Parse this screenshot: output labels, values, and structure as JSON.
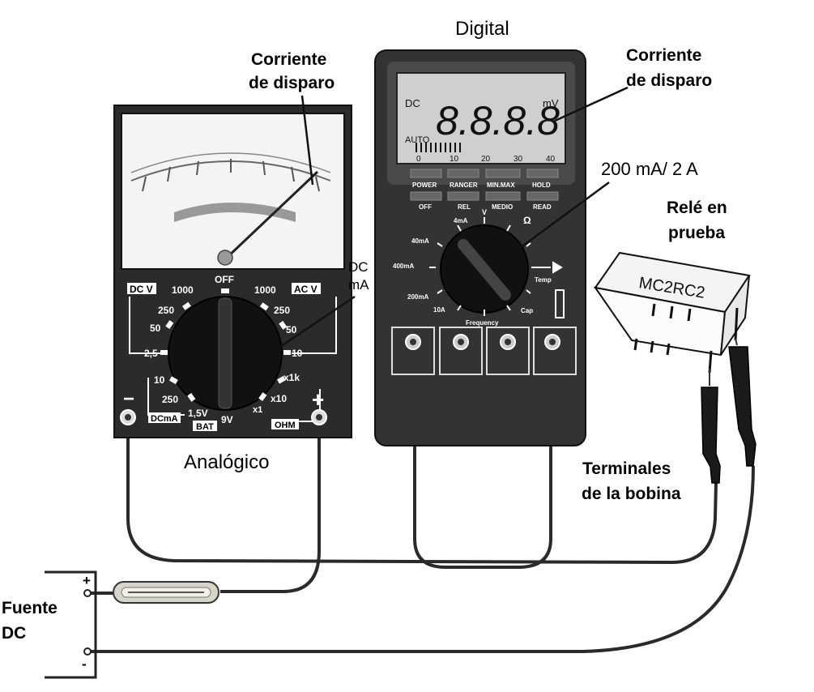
{
  "labels": {
    "digital_title": "Digital",
    "analog_title": "Analógico",
    "trip_current_left_1": "Corriente",
    "trip_current_left_2": "de disparo",
    "trip_current_right_1": "Corriente",
    "trip_current_right_2": "de disparo",
    "range_digital": "200 mA/ 2 A",
    "relay_1": "Relé en",
    "relay_2": "prueba",
    "dc_ma_1": "DC",
    "dc_ma_2": "mA",
    "coil_1": "Terminales",
    "coil_2": "de la bobina",
    "source_1": "Fuente",
    "source_2": "DC",
    "plus": "+",
    "minus": "-"
  },
  "relay": {
    "model": "MC2RC2"
  },
  "digital_meter": {
    "display_value": "8.8.8.8",
    "unit": "mV",
    "mode_dc": "DC",
    "mode_auto": "AUTO",
    "bar_scale": [
      "0",
      "10",
      "20",
      "30",
      "40"
    ],
    "buttons_top": [
      "POWER",
      "RANGER",
      "MIN.MAX",
      "HOLD"
    ],
    "buttons_bottom": [
      "OFF",
      "REL",
      "MEDIO",
      "READ"
    ],
    "dial": [
      "4mA",
      "V",
      "Ω",
      "40mA",
      "400mA",
      "200mA",
      "10A",
      "Frequency",
      "Cap",
      "Temp"
    ]
  },
  "analog_meter": {
    "dcv_label": "DC V",
    "acv_label": "AC V",
    "off_label": "OFF",
    "dcv_ranges": [
      "1000",
      "250",
      "50",
      "2,5"
    ],
    "acv_ranges": [
      "1000",
      "250",
      "50",
      "10"
    ],
    "dcma_ranges": [
      "10",
      "250"
    ],
    "dcma_label": "DCmA",
    "bat_values": [
      "1,5V",
      "9V"
    ],
    "bat_label": "BAT",
    "ohm_ranges": [
      "x1k",
      "x10",
      "x1"
    ],
    "ohm_label": "OHM",
    "minus": "−",
    "plus": "+"
  }
}
